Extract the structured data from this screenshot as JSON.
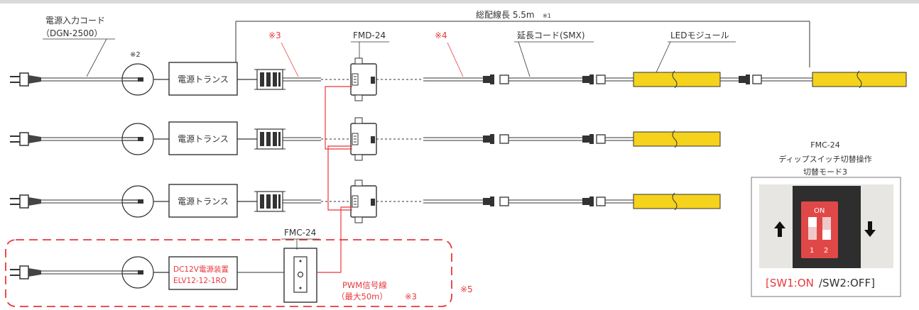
{
  "total_length_label": "総配線長 5.5m",
  "total_length_note": "※1",
  "power_cord": {
    "line1": "電源入力コード",
    "line2": "（DGN-2500）"
  },
  "note2": "※2",
  "note3": "※3",
  "note4": "※4",
  "note5": "※5",
  "fmd_label": "FMD-24",
  "extension_label": "延長コード(SMX)",
  "led_label": "LEDモジュール",
  "transformer_label": "電源トランス",
  "dc_supply": {
    "line1": "DC12V電源装置",
    "line2": "ELV12-12-1RO"
  },
  "fmc_label": "FMC-24",
  "pwm": {
    "line1": "PWM信号線",
    "line2": "（最大50m）",
    "note": "※3"
  },
  "panel": {
    "title": "FMC-24",
    "subtitle": "ディップスイッチ切替操作",
    "mode": "切替モード3",
    "switch_on": "ON",
    "switch_1": "1",
    "switch_2": "2",
    "status_sw1": "[SW1:ON",
    "status_sw2": " /SW2:OFF]"
  },
  "colors": {
    "red": "#e8383d",
    "led_yellow": "#f5d21c",
    "line": "#333333",
    "top_bar": "#d9d9d9"
  }
}
